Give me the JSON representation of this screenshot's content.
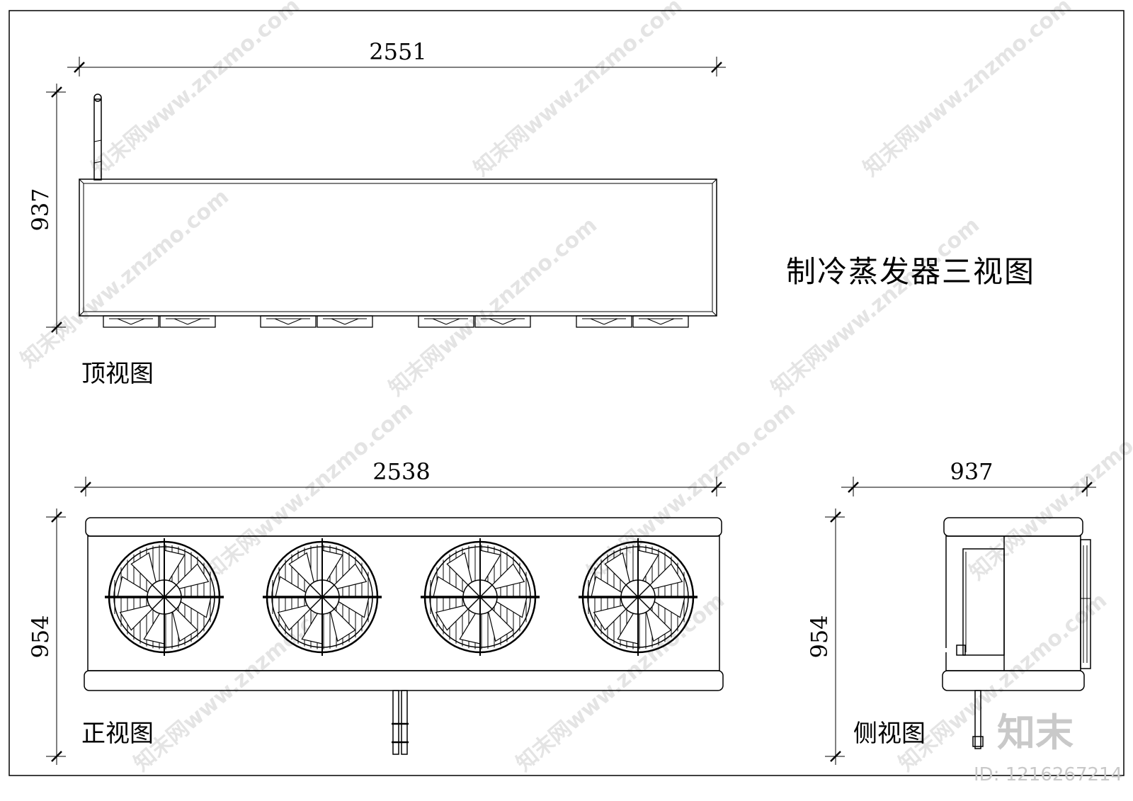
{
  "title": "制冷蒸发器三视图",
  "views": {
    "top": {
      "label": "顶视图",
      "width_dim": "2551",
      "depth_dim": "937"
    },
    "front": {
      "label": "正视图",
      "width_dim": "2538",
      "height_dim": "954"
    },
    "side": {
      "label": "侧视图",
      "width_dim": "937",
      "height_dim": "954"
    }
  },
  "fan_count": 4,
  "watermark": {
    "text": "知末网www.znzmo.com",
    "brand": "知末",
    "id": "ID: 1216267214"
  }
}
